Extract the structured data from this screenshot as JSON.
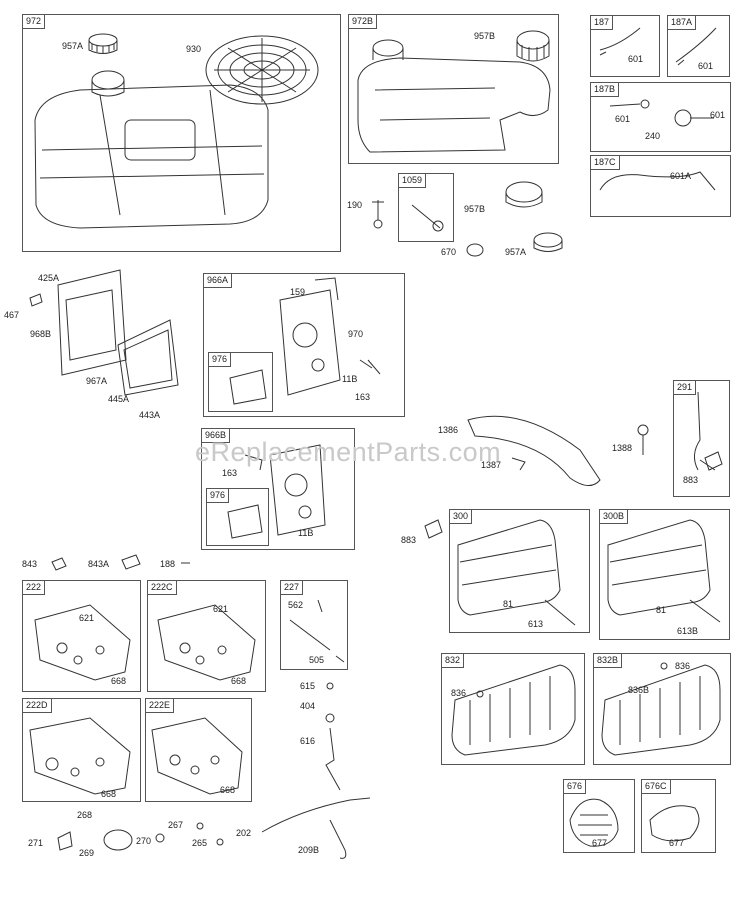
{
  "watermark": "eReplacementParts.com",
  "groups": {
    "g972": "972",
    "g972b": "972B",
    "g187": "187",
    "g187a": "187A",
    "g187b": "187B",
    "g187c": "187C",
    "g1059": "1059",
    "g966a": "966A",
    "g976a": "976",
    "g966b": "966B",
    "g976b": "976",
    "g291": "291",
    "g300": "300",
    "g300b": "300B",
    "g832": "832",
    "g832b": "832B",
    "g222": "222",
    "g222c": "222C",
    "g222d": "222D",
    "g222e": "222E",
    "g227": "227",
    "g676": "676",
    "g676c": "676C"
  },
  "labels": {
    "l957a_1": "957A",
    "l930": "930",
    "l957b_1": "957B",
    "l601_1": "601",
    "l601_2": "601",
    "l601_3": "601",
    "l240": "240",
    "l601_4": "601",
    "l601a": "601A",
    "l190": "190",
    "l957b_2": "957B",
    "l670": "670",
    "l957a_2": "957A",
    "l425a": "425A",
    "l467": "467",
    "l968b": "968B",
    "l967a": "967A",
    "l445a": "445A",
    "l443a": "443A",
    "l159": "159",
    "l970": "970",
    "l11b_1": "11B",
    "l163_1": "163",
    "l163_2": "163",
    "l11b_2": "11B",
    "l1386": "1386",
    "l1387": "1387",
    "l1388": "1388",
    "l883_1": "883",
    "l883_2": "883",
    "l81_1": "81",
    "l613": "613",
    "l81_2": "81",
    "l613b": "613B",
    "l836_1": "836",
    "l836_2": "836",
    "l836b": "836B",
    "l843": "843",
    "l843a": "843A",
    "l188": "188",
    "l621_1": "621",
    "l668_1": "668",
    "l621_2": "621",
    "l668_2": "668",
    "l562": "562",
    "l505": "505",
    "l668_3": "668",
    "l668_4": "668",
    "l615": "615",
    "l404": "404",
    "l616": "616",
    "l268": "268",
    "l271": "271",
    "l269": "269",
    "l270": "270",
    "l267": "267",
    "l265": "265",
    "l202": "202",
    "l209b": "209B",
    "l677_1": "677",
    "l677_2": "677"
  }
}
